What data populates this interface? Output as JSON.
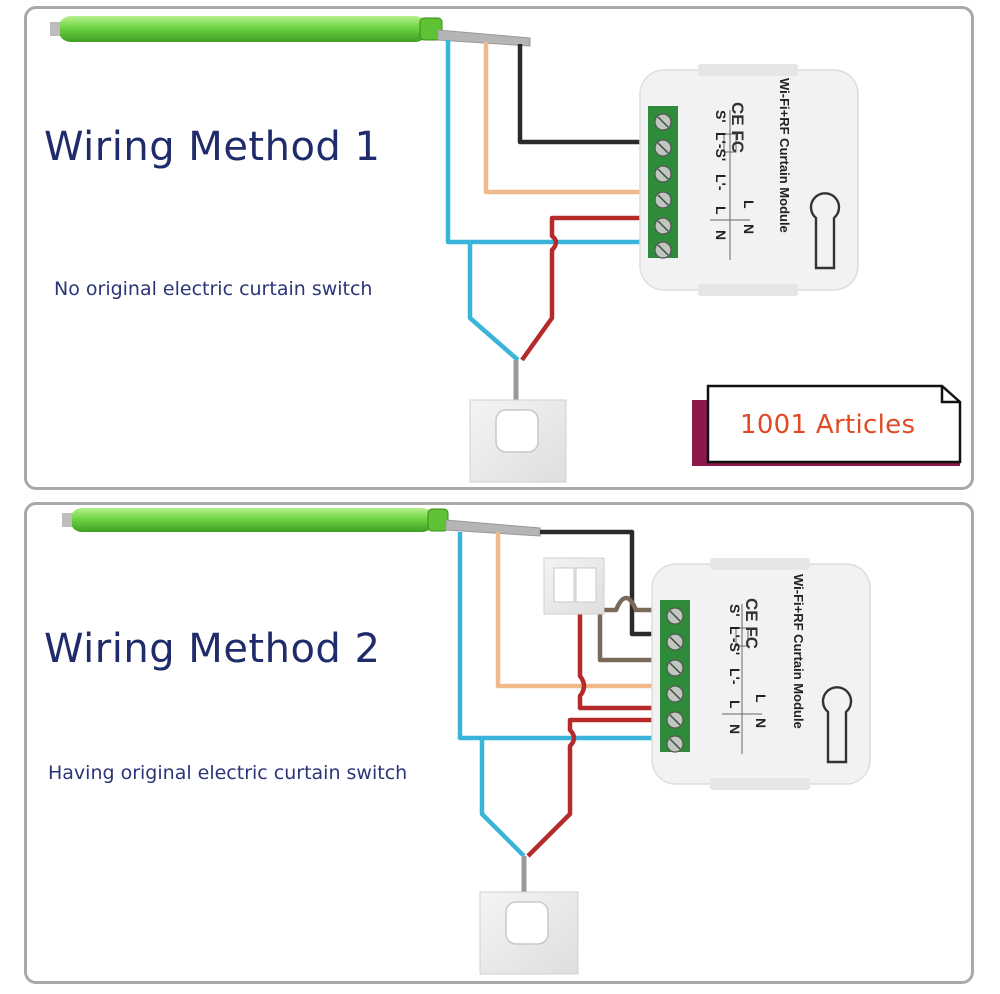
{
  "method1": {
    "title": "Wiring Method 1",
    "subtitle": "No original electric curtain switch"
  },
  "method2": {
    "title": "Wiring Method 2",
    "subtitle": "Having original electric curtain switch"
  },
  "module": {
    "name": "Wi-Fi+RF Curtain Module",
    "terminals_left": [
      "S'",
      "L'-S'",
      "L'-",
      "L",
      "N"
    ],
    "terminal_l": "L",
    "terminal_n": "N",
    "cert": "CE FC"
  },
  "badge": {
    "label": "1001 Articles"
  },
  "colors": {
    "motor": "#7ed957",
    "wire_blue": "#3ab5d9",
    "wire_red": "#b52a2a",
    "wire_orange": "#f0b98a",
    "wire_black": "#2a2a2a",
    "wire_brown": "#7a6a5a",
    "terminal": "#2e8b3a",
    "title": "#1f2b6b",
    "badge_text": "#e04a25",
    "badge_accent": "#8b1a4a"
  }
}
